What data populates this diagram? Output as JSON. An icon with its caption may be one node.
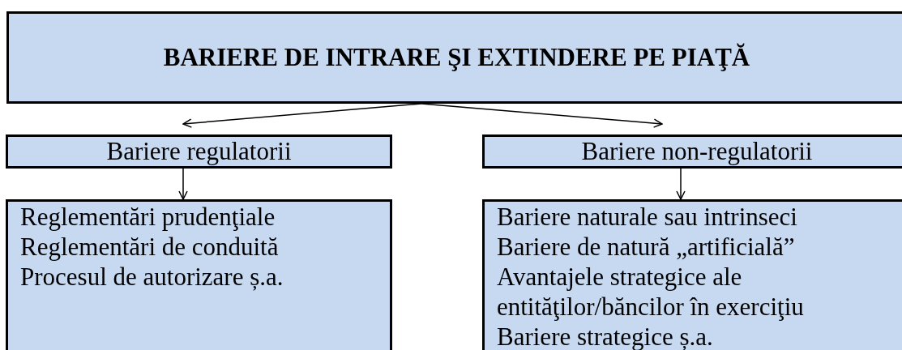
{
  "diagram": {
    "nodes": [
      {
        "text": [
          "BARIERE DE INTRARE ŞI EXTINDERE PE PIAŢĂ"
        ]
      },
      {
        "text": [
          "Bariere regulatorii"
        ]
      },
      {
        "text": [
          "Bariere non-regulatorii"
        ]
      },
      {
        "text": [
          "Reglementări prudenţiale",
          "Reglementări de conduită",
          "Procesul de autorizare ș.a."
        ]
      },
      {
        "text": [
          "Bariere naturale sau intrinseci",
          "Bariere de natură „artificială”",
          "Avantajele strategice ale entităţilor/băncilor în exerciţiu",
          "Bariere strategice ș.a."
        ]
      }
    ],
    "edges": [
      {
        "from": 0,
        "to": 1,
        "arrow": "to"
      },
      {
        "from": 0,
        "to": 2,
        "arrow": "to"
      },
      {
        "from": 1,
        "to": 3,
        "arrow": "to"
      },
      {
        "from": 2,
        "to": 4,
        "arrow": "to"
      }
    ]
  }
}
